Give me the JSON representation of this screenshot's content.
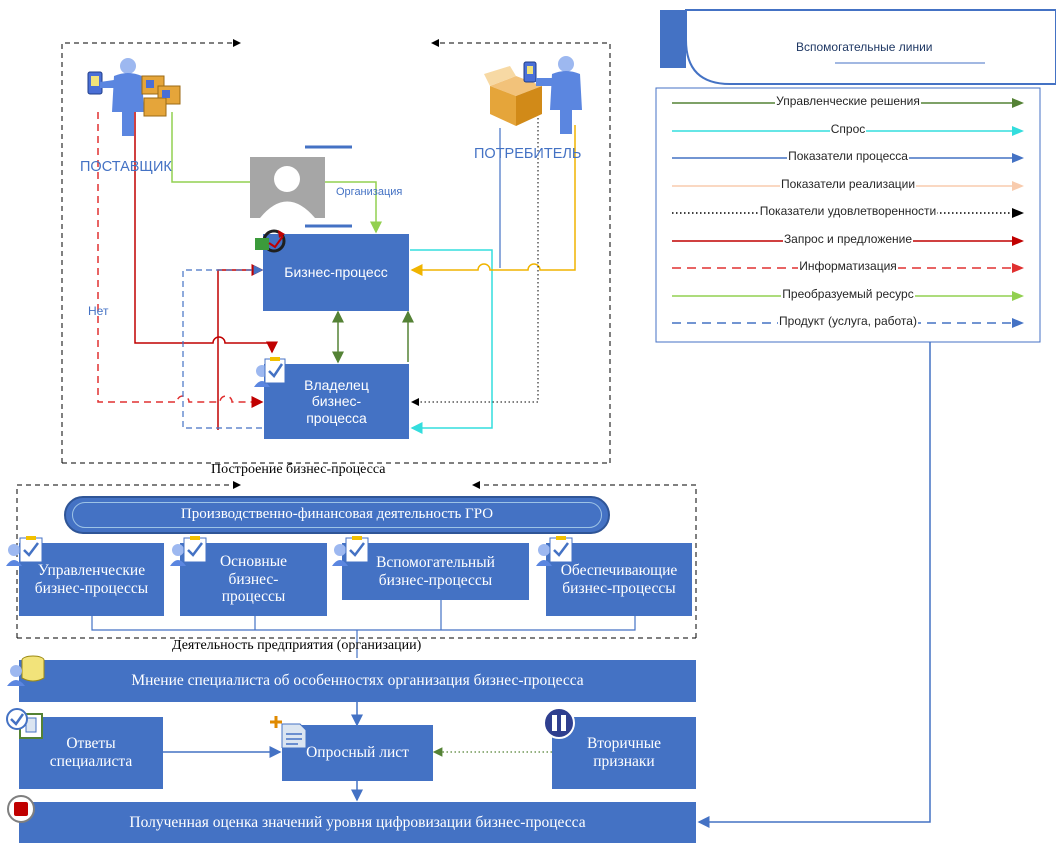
{
  "top": {
    "supplier": "ПОСТАВЩИК",
    "consumer": "ПОТРЕБИТЕЛЬ",
    "organization": "Организация",
    "no_label": "Нет",
    "business_process": "Бизнес-процесс",
    "process_owner": "Владелец бизнес-процесса"
  },
  "legend": {
    "title": "Вспомогательные линии",
    "items": [
      {
        "label": "Управленческие решения",
        "color": "#548235",
        "style": "solid"
      },
      {
        "label": "Спрос",
        "color": "#33dddd",
        "style": "solid"
      },
      {
        "label": "Показатели процесса",
        "color": "#4472c4",
        "style": "solid"
      },
      {
        "label": "Показатели реализации",
        "color": "#f8cbad",
        "style": "solid"
      },
      {
        "label": "Показатели удовлетворенности",
        "color": "#000000",
        "style": "dotted"
      },
      {
        "label": "Запрос и предложение",
        "color": "#c00000",
        "style": "solid"
      },
      {
        "label": "Информатизация",
        "color": "#e03030",
        "style": "dashed"
      },
      {
        "label": "Преобразуемый ресурс",
        "color": "#92d050",
        "style": "solid"
      },
      {
        "label": "Продукт (услуга, работа)",
        "color": "#4472c4",
        "style": "dashed"
      }
    ]
  },
  "build_label": "Построение бизнес-процесса",
  "grp_activity": "Производственно-финансовая деятельность ГРО",
  "processes": [
    "Управленческие бизнес-процессы",
    "Основные бизнес-процессы",
    "Вспомогательный бизнес-процессы",
    "Обеспечивающие бизнес-процессы"
  ],
  "enterprise_label": "Деятельность предприятия (организации)",
  "expert_opinion": "Мнение специалиста об особенностях организация бизнес-процесса",
  "expert_answers": "Ответы специалиста",
  "questionnaire": "Опросный лист",
  "secondary": "Вторичные признаки",
  "result": "Полученная оценка значений уровня цифровизации бизнес-процесса"
}
